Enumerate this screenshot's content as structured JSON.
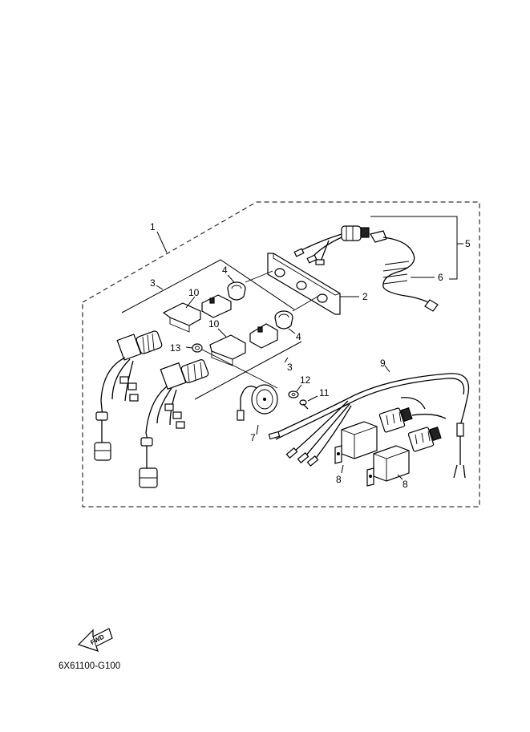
{
  "diagram": {
    "callouts": [
      "1",
      "2",
      "3",
      "3",
      "4",
      "4",
      "5",
      "6",
      "7",
      "8",
      "8",
      "9",
      "10",
      "10",
      "11",
      "12",
      "13"
    ],
    "drawing_code": "6X61100-G100",
    "fwd_label": "FWD"
  }
}
